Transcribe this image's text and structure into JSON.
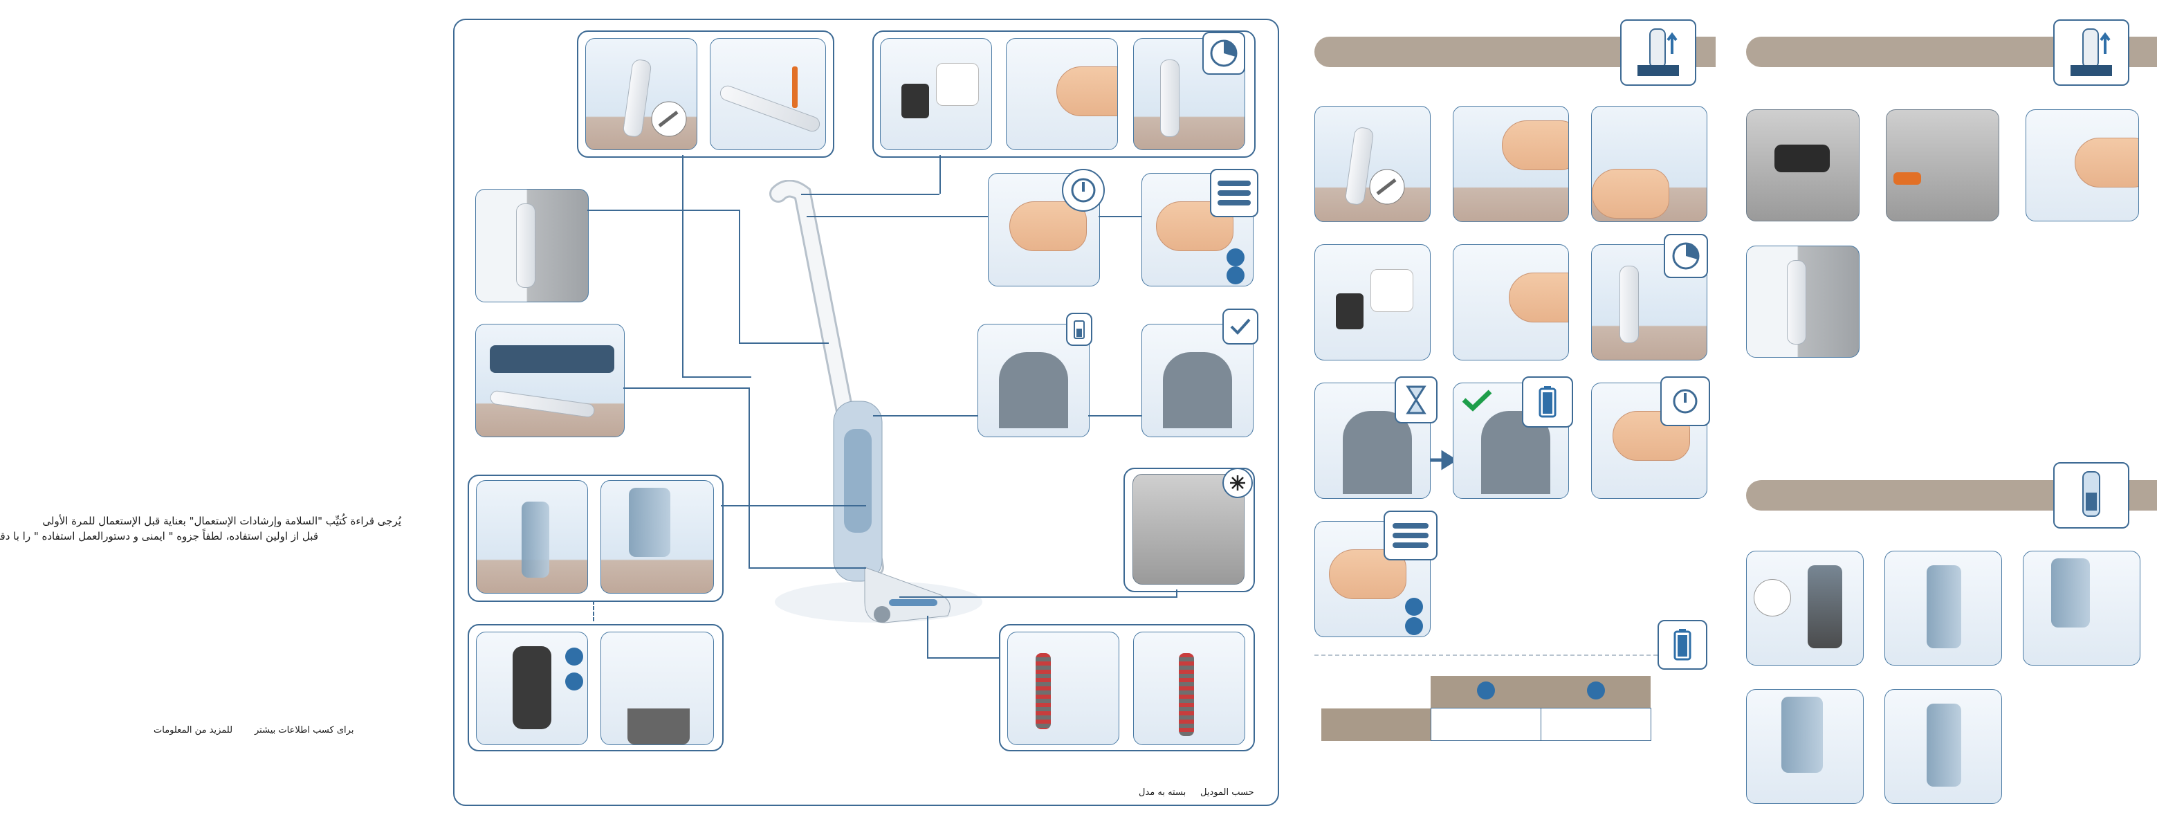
{
  "left_text": {
    "line1": "يُرجى قراءة كُتيِّب \"السلامة وإرشادات الإستعمال\" بعناية قبل الإستعمال للمرة الأولى",
    "line2": "قبل از اولين استفاده، لطفاً جزوه \" ايمنى و دستورالعمل استفاده \" را با دقت بخوانيد",
    "more_info_fa": "برای کسب اطلاعات بیشتر",
    "more_info_ar": "للمزيد من المعلومات"
  },
  "main_frame": {
    "model_ar": "حسب الموديل",
    "model_fa": "بسته به مدل"
  },
  "colors": {
    "frame": "#3d6a94",
    "section_bar": "#b2a597",
    "accent_dot": "#2f6fa8",
    "check": "#1e9e4a"
  },
  "icons": {
    "power": "power-icon",
    "speed": "speed-levels-icon",
    "clock": "clock-icon",
    "battery": "battery-icon",
    "check": "check-icon",
    "hourglass": "hourglass-icon",
    "snowflake": "frost-icon"
  }
}
